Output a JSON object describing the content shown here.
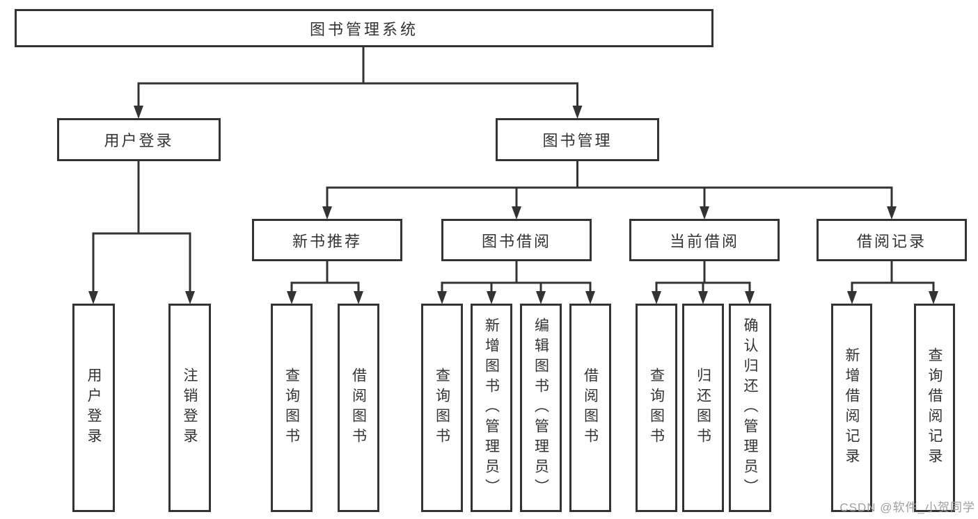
{
  "diagram": {
    "title": "图书管理系统",
    "type": "hierarchy-tree",
    "root": {
      "label": "图书管理系统"
    },
    "level2": [
      {
        "label": "用户登录",
        "parent": "图书管理系统"
      },
      {
        "label": "图书管理",
        "parent": "图书管理系统"
      }
    ],
    "level3": [
      {
        "label": "新书推荐",
        "parent": "图书管理"
      },
      {
        "label": "图书借阅",
        "parent": "图书管理"
      },
      {
        "label": "当前借阅",
        "parent": "图书管理"
      },
      {
        "label": "借阅记录",
        "parent": "图书管理"
      }
    ],
    "leaves": [
      {
        "label": "用户登录",
        "parent": "用户登录"
      },
      {
        "label": "注销登录",
        "parent": "用户登录"
      },
      {
        "label": "查询图书",
        "parent": "新书推荐"
      },
      {
        "label": "借阅图书",
        "parent": "新书推荐"
      },
      {
        "label": "查询图书",
        "parent": "图书借阅"
      },
      {
        "label": "新增图书（管理员）",
        "parent": "图书借阅"
      },
      {
        "label": "编辑图书（管理员）",
        "parent": "图书借阅"
      },
      {
        "label": "借阅图书",
        "parent": "图书借阅"
      },
      {
        "label": "查询图书",
        "parent": "当前借阅"
      },
      {
        "label": "归还图书",
        "parent": "当前借阅"
      },
      {
        "label": "确认归还（管理员）",
        "parent": "当前借阅"
      },
      {
        "label": "新增借阅记录",
        "parent": "借阅记录"
      },
      {
        "label": "查询借阅记录",
        "parent": "借阅记录"
      }
    ],
    "colors": {
      "line": "#333333",
      "box_border": "#333333",
      "box_background": "#ffffff",
      "text": "#333333",
      "watermark": "#9e9e9e",
      "page_background": "#ffffff"
    }
  },
  "watermark": {
    "text": "CSDN @软件_小贺同学"
  }
}
